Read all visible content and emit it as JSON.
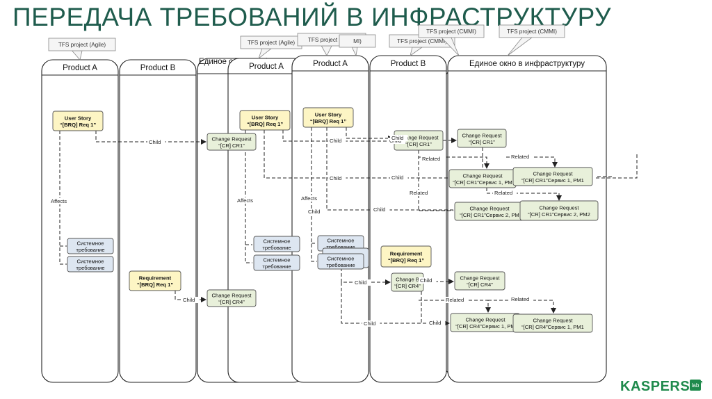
{
  "title": "ПЕРЕДАЧА ТРЕБОВАНИЙ В ИНФРАСТРУКТУРУ",
  "colors": {
    "title": "#1f5c4d",
    "lane_stroke": "#222222",
    "yellow_box": "#fdf5c4",
    "green_box": "#e8f0da",
    "blue_box": "#dde6f1",
    "callout": "#f5f5f5",
    "logo": "#1f8a4c"
  },
  "callouts": [
    {
      "id": "c1",
      "text": "TFS project (Agile)"
    },
    {
      "id": "c2",
      "text": "TFS project (Agile)"
    },
    {
      "id": "c3",
      "text": "TFS project (Agile)"
    },
    {
      "id": "c4",
      "text": "MI)"
    },
    {
      "id": "c5",
      "text": "TFS project (CMMI)"
    },
    {
      "id": "c6",
      "text": "TFS project (CMMI)"
    },
    {
      "id": "c7",
      "text": "TFS project (CMMI)"
    }
  ],
  "lanes": [
    {
      "id": "l1",
      "label": "Product A"
    },
    {
      "id": "l2",
      "label": "Product B"
    },
    {
      "id": "l3",
      "label": "Единое окно в инфраструктуру"
    },
    {
      "id": "l4",
      "label": "Product A"
    },
    {
      "id": "l5",
      "label": "Product A"
    },
    {
      "id": "l6",
      "label": "Product B"
    },
    {
      "id": "l7",
      "label": "Единое окно в инфраструктуру"
    }
  ],
  "boxes": [
    {
      "id": "b1",
      "kind": "yellow",
      "lines": [
        "User Story",
        "“[BRQ] Req 1”"
      ]
    },
    {
      "id": "b2",
      "kind": "blue",
      "lines": [
        "Системное",
        "требование"
      ]
    },
    {
      "id": "b3",
      "kind": "blue",
      "lines": [
        "Системное",
        "требование"
      ]
    },
    {
      "id": "b4",
      "kind": "yellow",
      "lines": [
        "Requirement",
        "“[BRQ] Req 1”"
      ]
    },
    {
      "id": "b5",
      "kind": "green",
      "lines": [
        "Change Request",
        "“[CR] CR1”"
      ]
    },
    {
      "id": "b6",
      "kind": "green",
      "lines": [
        "Change Request",
        "“[CR] CR4”"
      ]
    },
    {
      "id": "b7",
      "kind": "yellow",
      "lines": [
        "User Story",
        "“[BRQ] Req 1”"
      ]
    },
    {
      "id": "b8",
      "kind": "blue",
      "lines": [
        "Системное",
        "требование"
      ]
    },
    {
      "id": "b9",
      "kind": "blue",
      "lines": [
        "Системное",
        "требование"
      ]
    },
    {
      "id": "b10",
      "kind": "yellow",
      "lines": [
        "User Story",
        "“[BRQ] Req 1”"
      ]
    },
    {
      "id": "b11",
      "kind": "blue",
      "lines": [
        "Системное",
        "требование"
      ]
    },
    {
      "id": "b12",
      "kind": "blue",
      "lines": [
        "Системное",
        "требование"
      ]
    },
    {
      "id": "b13",
      "kind": "blue",
      "lines": [
        "Системное",
        "требование"
      ]
    },
    {
      "id": "b14",
      "kind": "green",
      "lines": [
        "Change Request",
        "“[CR] CR1”"
      ]
    },
    {
      "id": "b15",
      "kind": "yellow",
      "lines": [
        "Requirement",
        "“[BRQ] Req 1”"
      ]
    },
    {
      "id": "b16",
      "kind": "green",
      "lines": [
        "Change B",
        "“[CR] CR4”"
      ]
    },
    {
      "id": "b17",
      "kind": "green",
      "lines": [
        "Change Request",
        "“[CR] CR1”"
      ]
    },
    {
      "id": "b18",
      "kind": "green",
      "lines": [
        "Change Request",
        "“[CR] CR1”Сервис 1, PM"
      ]
    },
    {
      "id": "b19",
      "kind": "green",
      "lines": [
        "Change Request",
        "“[CR] CR1”Сервис 1, PM1"
      ]
    },
    {
      "id": "b20",
      "kind": "green",
      "lines": [
        "Change Request",
        "“[CR] CR1”Сервис 2, PM"
      ]
    },
    {
      "id": "b21",
      "kind": "green",
      "lines": [
        "Change Request",
        "“[CR] CR1”Сервис 2, PM2"
      ]
    },
    {
      "id": "b22",
      "kind": "green",
      "lines": [
        "Change Request",
        "“[CR] CR4”"
      ]
    },
    {
      "id": "b23",
      "kind": "green",
      "lines": [
        "Change Request",
        "“[CR] CR4”Сервис 1, PM"
      ]
    },
    {
      "id": "b24",
      "kind": "green",
      "lines": [
        "Change Request",
        "“[CR] CR4”Сервис 1, PM1"
      ]
    }
  ],
  "edge_labels": [
    {
      "id": "e1",
      "text": "Child"
    },
    {
      "id": "e2",
      "text": "Affects"
    },
    {
      "id": "e3",
      "text": "Child"
    },
    {
      "id": "e4",
      "text": "Affects"
    },
    {
      "id": "e5",
      "text": "Child"
    },
    {
      "id": "e6",
      "text": "Child"
    },
    {
      "id": "e7",
      "text": "Child"
    },
    {
      "id": "e8",
      "text": "Affects"
    },
    {
      "id": "e9",
      "text": "Child"
    },
    {
      "id": "e10",
      "text": "Child"
    },
    {
      "id": "e11",
      "text": "Child"
    },
    {
      "id": "e12",
      "text": "Child"
    },
    {
      "id": "e13",
      "text": "Related"
    },
    {
      "id": "e14",
      "text": "Related"
    },
    {
      "id": "e15",
      "text": "Related"
    },
    {
      "id": "e16",
      "text": "Related"
    },
    {
      "id": "e17",
      "text": "Child"
    },
    {
      "id": "e18",
      "text": "Child"
    },
    {
      "id": "e19",
      "text": "Related"
    },
    {
      "id": "e20",
      "text": "Related"
    },
    {
      "id": "e21",
      "text": "Child"
    },
    {
      "id": "e22",
      "text": "Child"
    }
  ],
  "logo": {
    "text": "KASPERSKY",
    "suffix": "lab"
  }
}
